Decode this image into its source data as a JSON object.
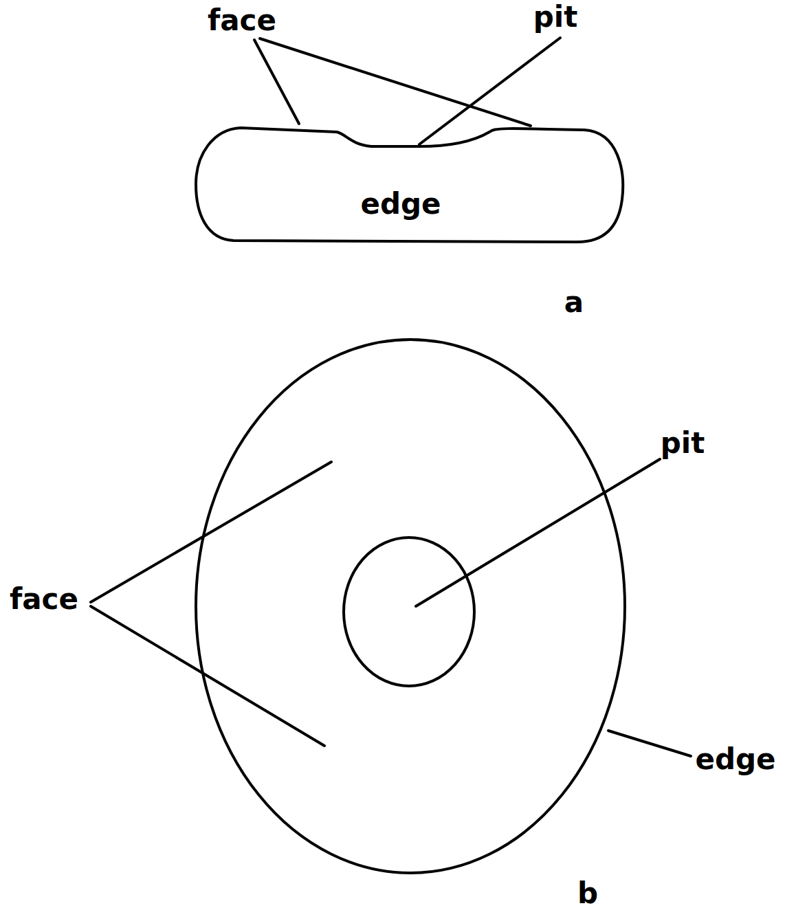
{
  "diagram": {
    "labels": [
      "face",
      "pit",
      "edge",
      "a",
      "face",
      "pit",
      "edge",
      "b"
    ]
  }
}
